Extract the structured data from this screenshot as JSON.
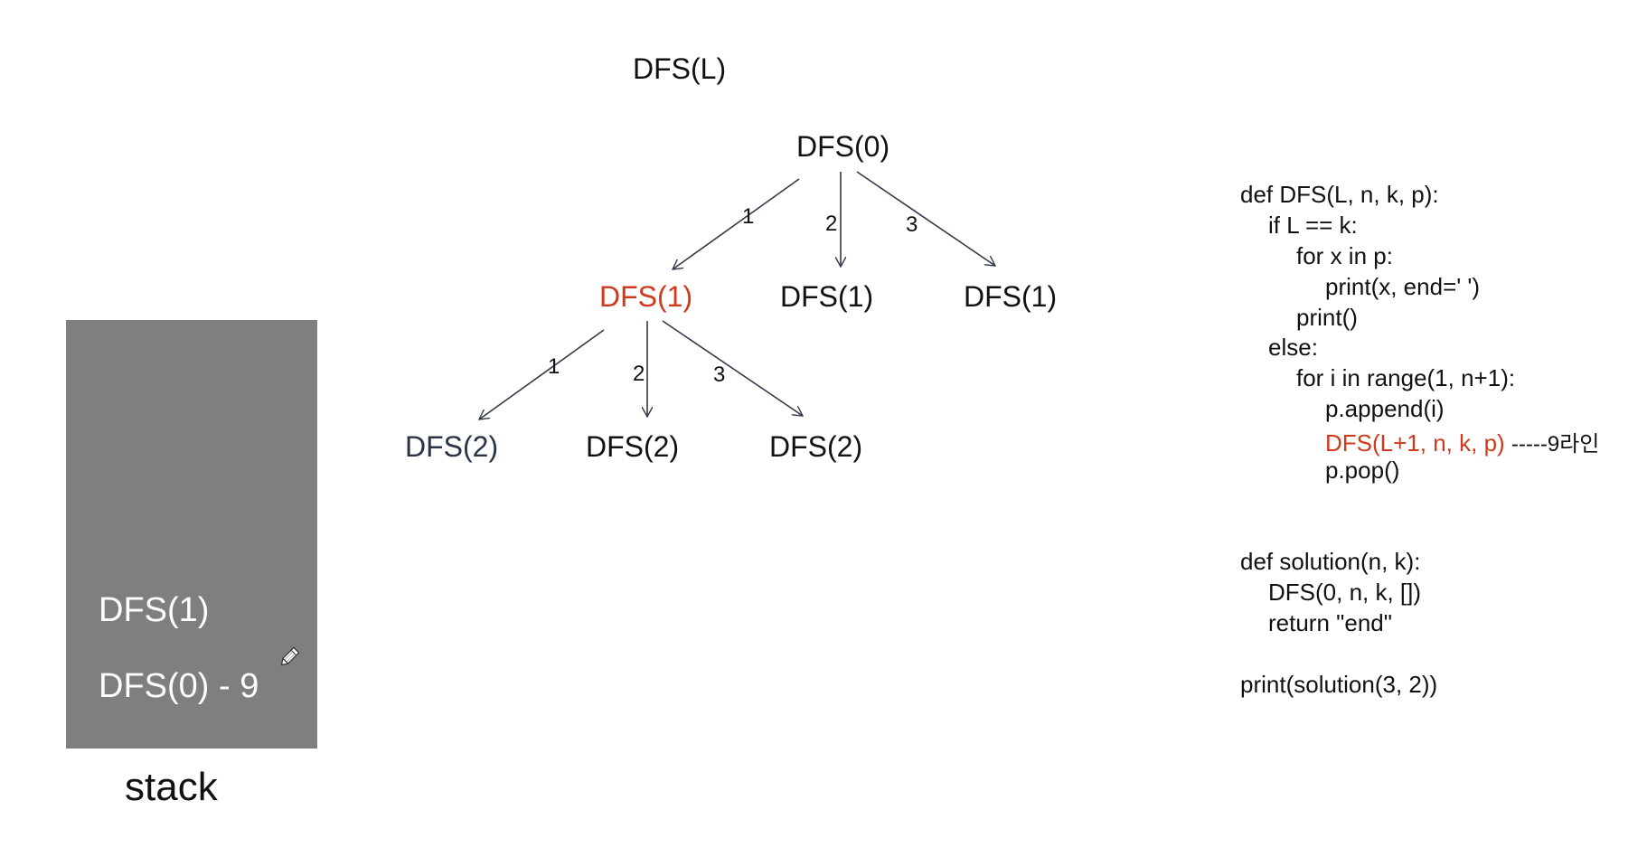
{
  "colors": {
    "highlight": "#d0391b",
    "stack_bg": "#7f7f7f",
    "ink": "#111111"
  },
  "header": {
    "title": "DFS(L)"
  },
  "tree": {
    "root": "DFS(0)",
    "level1": [
      {
        "label": "DFS(1)",
        "edge": "1",
        "highlighted": true
      },
      {
        "label": "DFS(1)",
        "edge": "2",
        "highlighted": false
      },
      {
        "label": "DFS(1)",
        "edge": "3",
        "highlighted": false
      }
    ],
    "level2": [
      {
        "label": "DFS(2)",
        "edge": "1"
      },
      {
        "label": "DFS(2)",
        "edge": "2"
      },
      {
        "label": "DFS(2)",
        "edge": "3"
      }
    ]
  },
  "stack": {
    "label": "stack",
    "items": [
      "DFS(1)",
      "DFS(0) - 9"
    ],
    "cursor_icon": "pencil-icon"
  },
  "code": {
    "lines": [
      "def DFS(L, n, k, p):",
      "if L == k:",
      "for x in p:",
      "print(x, end=' ')",
      "print()",
      "else:",
      "for i in range(1, n+1):",
      "p.append(i)",
      "DFS(L+1, n, k, p)",
      "-----9라인",
      "p.pop()",
      "def solution(n, k):",
      "DFS(0, n, k, [])",
      "return \"end\"",
      "print(solution(3, 2))"
    ]
  }
}
